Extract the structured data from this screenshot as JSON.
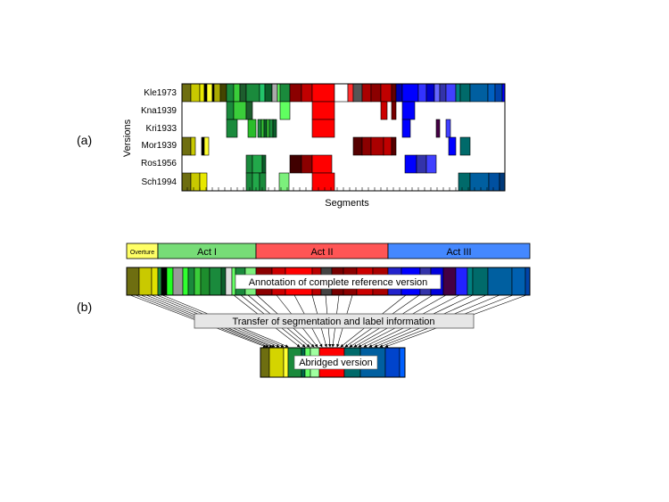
{
  "panel_a": {
    "label": "(a)",
    "ylabel": "Versions",
    "xlabel": "Segments",
    "version_names": [
      "Kle1973",
      "Kna1939",
      "Kri1933",
      "Mor1939",
      "Ros1956",
      "Sch1994"
    ]
  },
  "panel_b": {
    "label": "(b)",
    "acts": [
      {
        "label": "Overture",
        "color": "#ffff66"
      },
      {
        "label": "Act I",
        "color": "#77dd77"
      },
      {
        "label": "Act II",
        "color": "#ff5555"
      },
      {
        "label": "Act III",
        "color": "#4488ff"
      }
    ],
    "reference_label": "Annotation of complete reference version",
    "transfer_label": "Transfer of segmentation and label information",
    "abridged_label": "Abridged version"
  },
  "palette": {
    "olive": "#6e6e10",
    "yellow": "#d4d400",
    "green": "#1a8a3c",
    "lightgreen": "#7cf07c",
    "red": "#ff0000",
    "darkred": "#8b0000",
    "maroon": "#400000",
    "blue": "#0000ff",
    "teal": "#006a6a",
    "steelblue": "#005fa0"
  }
}
